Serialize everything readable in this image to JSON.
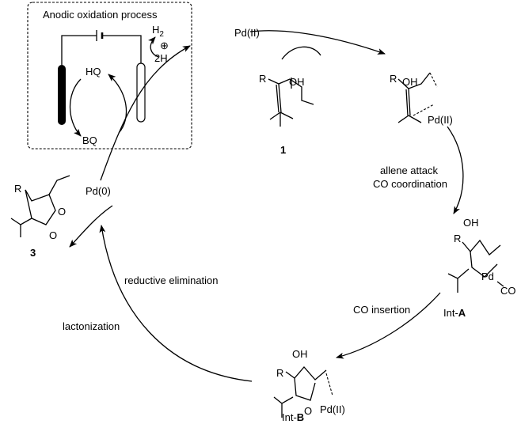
{
  "box": {
    "title": "Anodic oxidation process",
    "hq": "HQ",
    "bq": "BQ",
    "h2": "H",
    "h2_sub": "2",
    "protons": "2H",
    "plus": "⊕"
  },
  "cycle": {
    "pd2_top": "Pd(II)",
    "pd0": "Pd(0)",
    "step_allene_1": "allene attack",
    "step_allene_2": "CO coordination",
    "step_co_insertion": "CO insertion",
    "step_reductive": "reductive elimination",
    "step_lactonization": "lactonization"
  },
  "structures": {
    "compound1": {
      "oh": "OH",
      "r": "R",
      "number": "1"
    },
    "pd_complex": {
      "oh": "OH",
      "r": "R",
      "pd": "Pd(II)"
    },
    "intA": {
      "oh": "OH",
      "r": "R",
      "pd": "Pd",
      "co": "CO",
      "label": "Int-",
      "label_bold": "A"
    },
    "intB": {
      "oh": "OH",
      "r": "R",
      "o": "O",
      "pd": "Pd(II)",
      "label": "Int-",
      "label_bold": "B"
    },
    "product3": {
      "r": "R",
      "o_ring": "O",
      "o_carbonyl": "O",
      "number": "3"
    }
  }
}
